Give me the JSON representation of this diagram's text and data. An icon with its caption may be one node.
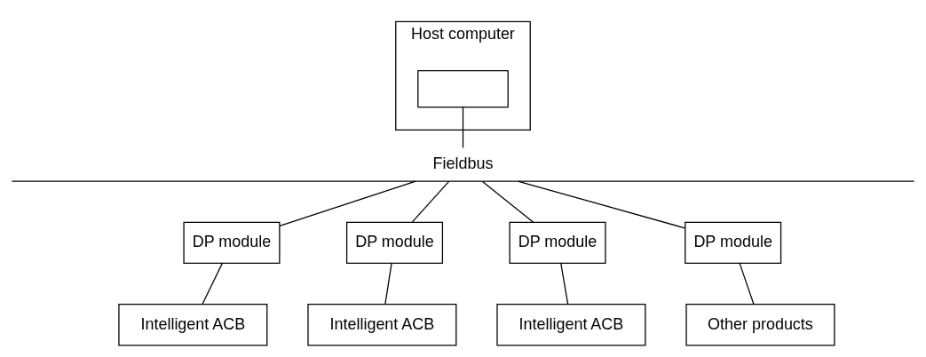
{
  "diagram": {
    "nodes": [
      {
        "text": [
          "Host computer"
        ]
      },
      {
        "text": [],
        "shape": "box",
        "in": 0
      },
      {
        "text": [
          "Fieldbus"
        ]
      },
      {
        "text": [
          "DP module"
        ]
      },
      {
        "text": [
          "DP module"
        ]
      },
      {
        "text": [
          "DP module"
        ]
      },
      {
        "text": [
          "DP module"
        ]
      },
      {
        "text": [
          "Intelligent ACB"
        ]
      },
      {
        "text": [
          "Intelligent ACB"
        ]
      },
      {
        "text": [
          "Intelligent ACB"
        ]
      },
      {
        "text": [
          "Other products"
        ]
      }
    ],
    "edges": [
      {
        "from": 1,
        "to": 2,
        "arrow": "none"
      },
      {
        "from": 2,
        "to": 3,
        "arrow": "none"
      },
      {
        "from": 2,
        "to": 4,
        "arrow": "none"
      },
      {
        "from": 2,
        "to": 5,
        "arrow": "none"
      },
      {
        "from": 2,
        "to": 6,
        "arrow": "none"
      },
      {
        "from": 3,
        "to": 7,
        "arrow": "none"
      },
      {
        "from": 4,
        "to": 8,
        "arrow": "none"
      },
      {
        "from": 5,
        "to": 9,
        "arrow": "none"
      },
      {
        "from": 6,
        "to": 10,
        "arrow": "none"
      }
    ]
  }
}
